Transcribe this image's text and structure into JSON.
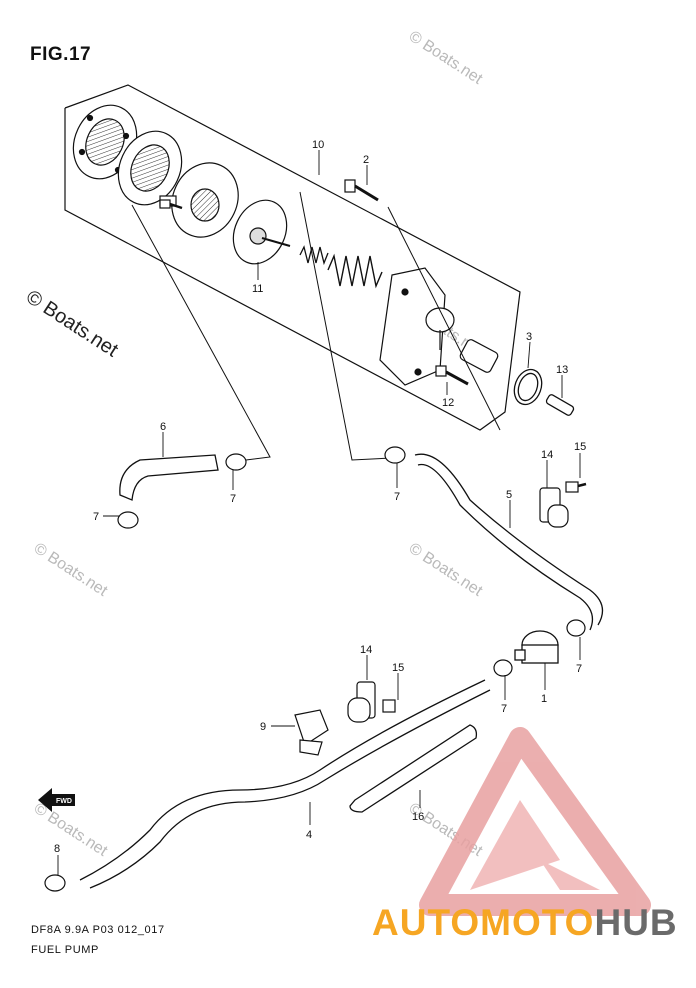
{
  "figure": {
    "title": "FIG.17",
    "code": "DF8A 9.9A P03 012_017",
    "caption": "FUEL PUMP"
  },
  "watermark": {
    "text": "© Boats.net",
    "big_text": "© Boats.net"
  },
  "brand": {
    "part1": "AUTOMOTO",
    "part2": "HUB",
    "color_primary": "#f6a623",
    "color_secondary": "#6a6a6a",
    "triangle_color": "#e23a3a"
  },
  "callouts": {
    "p10": "10",
    "p2": "2",
    "p11": "11",
    "p3": "3",
    "p13": "13",
    "p12": "12",
    "p6": "6",
    "p7a": "7",
    "p7b": "7",
    "p7c": "7",
    "p7d": "7",
    "p7e": "7",
    "p14a": "14",
    "p15a": "15",
    "p5": "5",
    "p1": "1",
    "p14b": "14",
    "p15b": "15",
    "p9": "9",
    "p4": "4",
    "p16": "16",
    "p8": "8"
  },
  "fwd_label": "FWD"
}
